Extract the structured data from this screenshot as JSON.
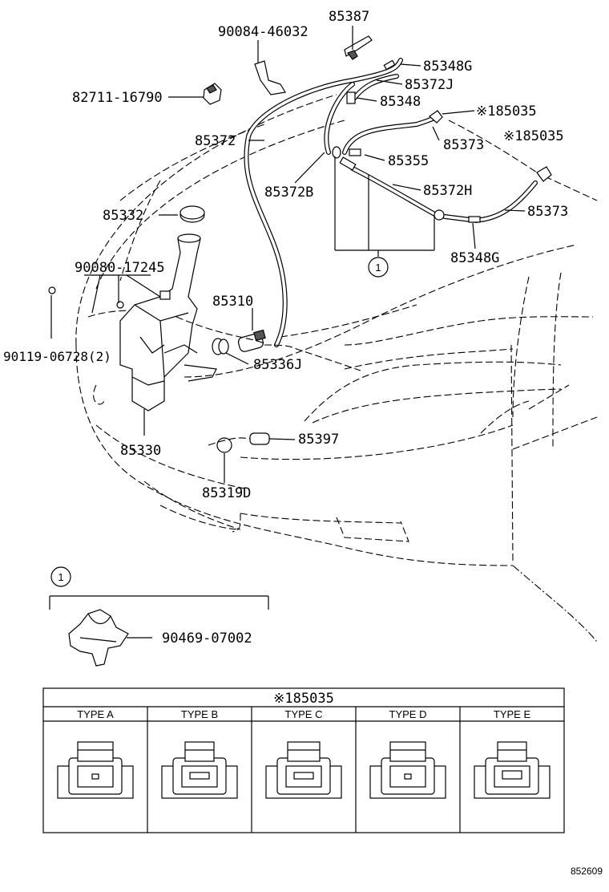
{
  "parts": {
    "p85387": "85387",
    "p90084": "90084-46032",
    "p85348G_top": "85348G",
    "p82711": "82711-16790",
    "p85372J": "85372J",
    "p85348": "85348",
    "p85035_a": "※185035",
    "p85372": "85372",
    "p85373_a": "85373",
    "p85035_b": "※185035",
    "p85355": "85355",
    "p85372B": "85372B",
    "p85372H": "85372H",
    "p85332": "85332",
    "p85373_b": "85373",
    "p85348G_bot": "85348G",
    "p90080": "90080-17245",
    "p85310": "85310",
    "p90119": "90119-06728(2)",
    "p85336J": "85336J",
    "p85397": "85397",
    "p85330": "85330",
    "p85319D": "85319D",
    "p90469": "90469-07002"
  },
  "callout": "1",
  "detail_callout": "1",
  "type_table": {
    "header": "※185035",
    "types": [
      "TYPE A",
      "TYPE B",
      "TYPE C",
      "TYPE D",
      "TYPE E"
    ]
  },
  "figure_number": "852609"
}
